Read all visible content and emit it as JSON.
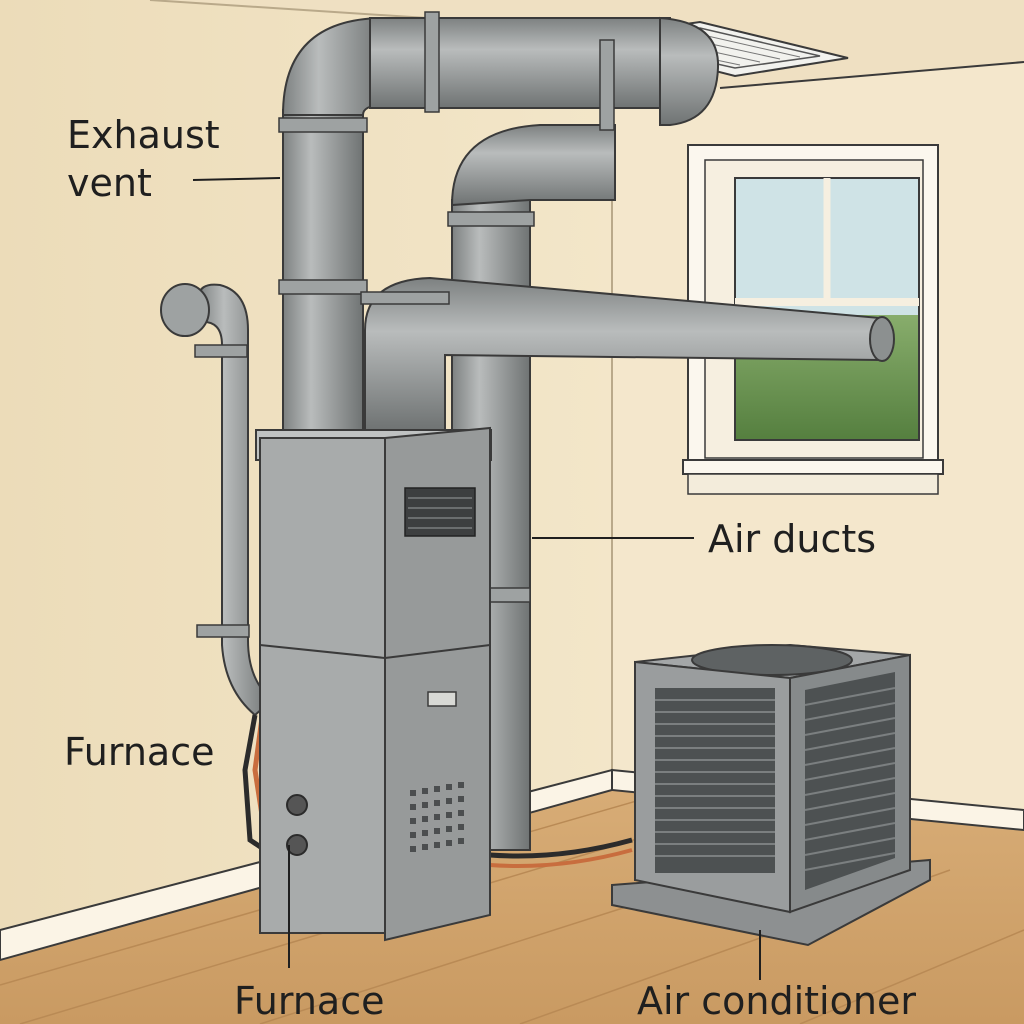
{
  "labels": {
    "exhaust_vent_line1": "Exhaust",
    "exhaust_vent_line2": "vent",
    "air_ducts": "Air ducts",
    "furnace_left": "Furnace",
    "furnace_bottom": "Furnace",
    "air_conditioner": "Air conditioner"
  },
  "colors": {
    "wall": "#f1e3c4",
    "floor": "#d9b07a",
    "duct": "#9fa3a3",
    "furnace": "#a8abab",
    "ac_unit": "#8e9294",
    "window_sky": "#cfe3e6",
    "window_trees": "#6f9a55",
    "copper_pipe": "#c86d3e"
  }
}
